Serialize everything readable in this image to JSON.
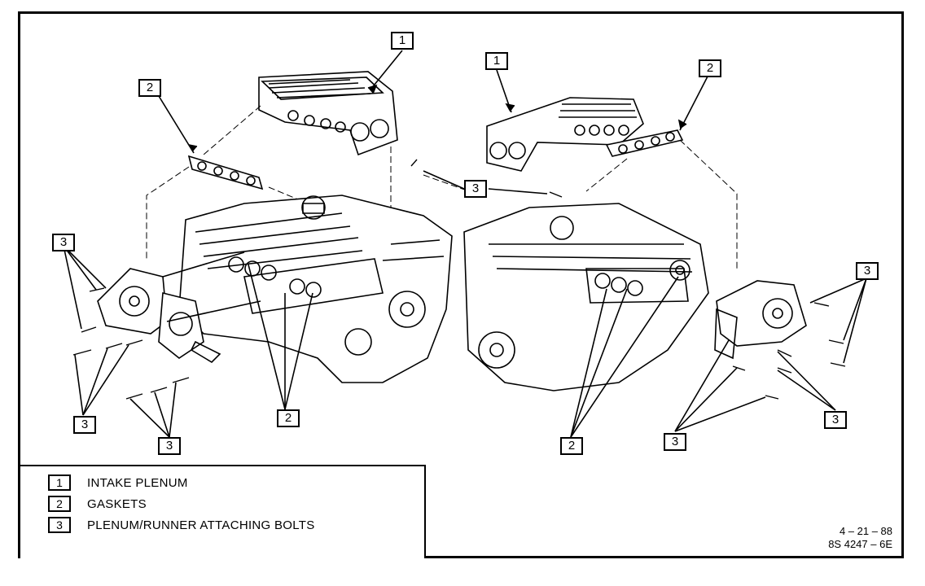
{
  "figure": {
    "callouts": [
      {
        "id": "c1-left",
        "label": "1"
      },
      {
        "id": "c2-left-top",
        "label": "2"
      },
      {
        "id": "c3-left-upper",
        "label": "3"
      },
      {
        "id": "c3-left-lower",
        "label": "3"
      },
      {
        "id": "c3-left-bottom",
        "label": "3"
      },
      {
        "id": "c2-left-bottom",
        "label": "2"
      },
      {
        "id": "c1-right",
        "label": "1"
      },
      {
        "id": "c2-right-top",
        "label": "2"
      },
      {
        "id": "c3-right-center",
        "label": "3"
      },
      {
        "id": "c3-right-upper",
        "label": "3"
      },
      {
        "id": "c3-right-lower",
        "label": "3"
      },
      {
        "id": "c3-right-bottom",
        "label": "3"
      },
      {
        "id": "c2-right-bottom",
        "label": "2"
      }
    ],
    "legend": [
      {
        "number": "1",
        "label": "INTAKE PLENUM"
      },
      {
        "number": "2",
        "label": "GASKETS"
      },
      {
        "number": "3",
        "label": "PLENUM/RUNNER ATTACHING BOLTS"
      }
    ],
    "ref_date": "4 – 21 – 88",
    "ref_code": "8S 4247 – 6E"
  }
}
